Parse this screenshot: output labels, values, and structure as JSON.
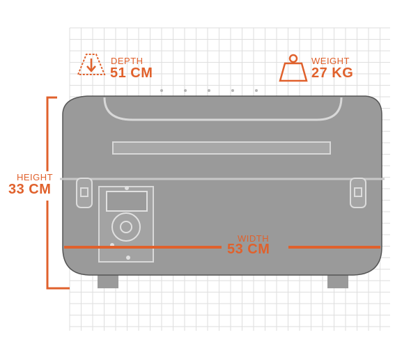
{
  "dimensions": {
    "depth": {
      "label": "DEPTH",
      "value": "51 CM"
    },
    "weight": {
      "label": "WEIGHT",
      "value": "27 KG"
    },
    "height": {
      "label": "HEIGHT",
      "value": "33 CM"
    },
    "width": {
      "label": "WIDTH",
      "value": "53 CM"
    }
  },
  "icons": {
    "depth": "depth-arrow-icon",
    "weight": "weight-icon"
  },
  "colors": {
    "accent": "#e0612c",
    "product": "#9a9a9a",
    "grid": "#d9d9d9"
  }
}
